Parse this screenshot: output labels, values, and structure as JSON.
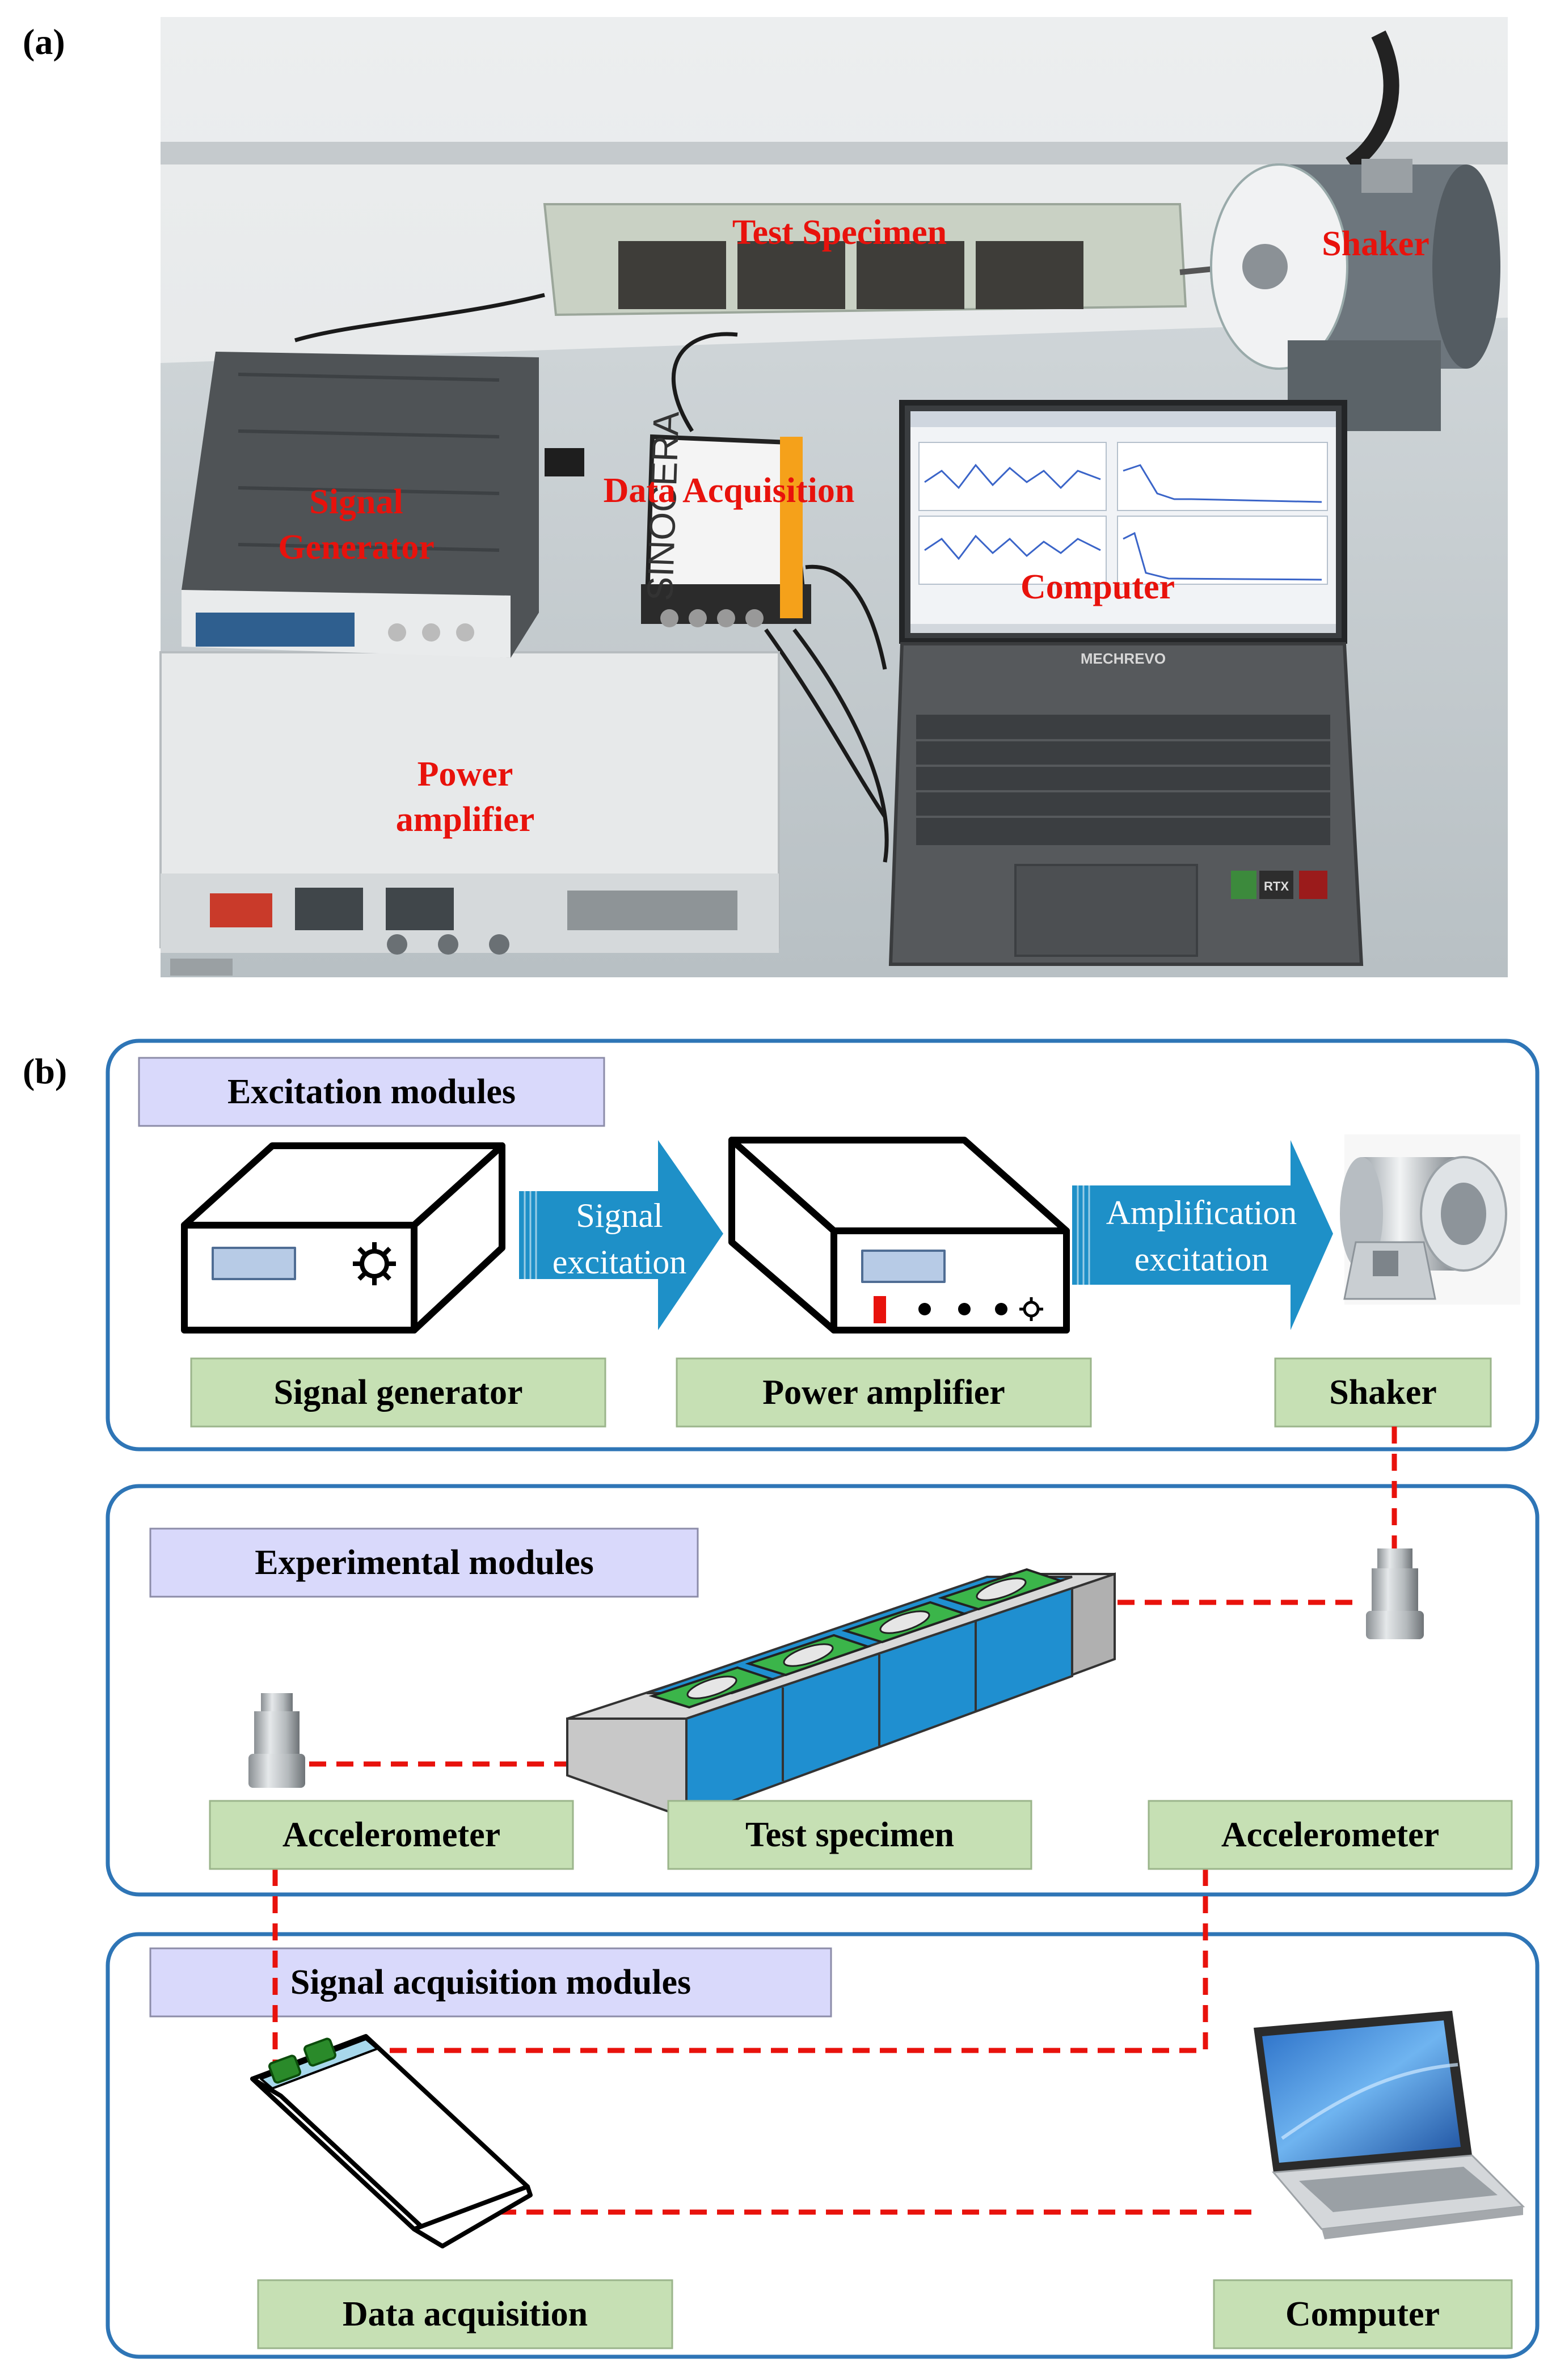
{
  "panel_a": {
    "label": "(a)",
    "photo_labels": {
      "test_specimen": "Test Specimen",
      "shaker": "Shaker",
      "signal_generator_1": "Signal",
      "signal_generator_2": "Generator",
      "data_acquisition": "Data Acquisition",
      "computer": "Computer",
      "power_amplifier_1": "Power",
      "power_amplifier_2": "amplifier"
    },
    "device_text": {
      "daq_brand": "SINOCERA",
      "laptop_brand": "MECHREVO",
      "gpu_badge": "RTX"
    }
  },
  "panel_b": {
    "label": "(b)",
    "modules": {
      "excitation": "Excitation modules",
      "experimental": "Experimental modules",
      "acquisition": "Signal acquisition modules"
    },
    "components": {
      "signal_generator": "Signal generator",
      "power_amplifier": "Power amplifier",
      "shaker": "Shaker",
      "accelerometer_left": "Accelerometer",
      "test_specimen": "Test specimen",
      "accelerometer_right": "Accelerometer",
      "data_acquisition": "Data acquisition",
      "computer": "Computer"
    },
    "arrows": {
      "signal_1": "Signal",
      "signal_2": "excitation",
      "amplification_1": "Amplification",
      "amplification_2": "excitation"
    }
  },
  "colors": {
    "photo_label": "#e8120c",
    "module_frame": "#2e75b6",
    "module_tag": "#d9d9fb",
    "component_box": "#c6e0b4",
    "arrow": "#1e90c8",
    "connection": "#e8120c",
    "specimen_blue": "#1f8fd0",
    "specimen_green": "#3bb54a"
  }
}
